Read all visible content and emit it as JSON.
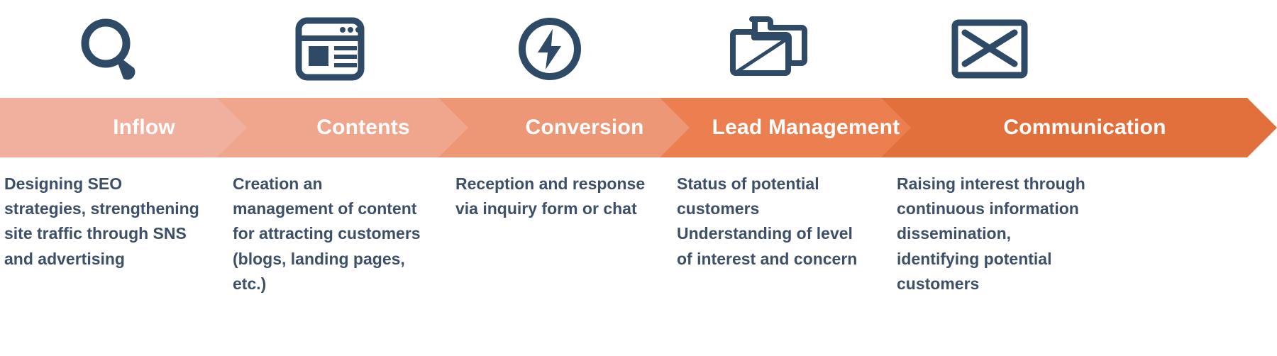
{
  "diagram": {
    "type": "chevron-process-flow",
    "stage_count": 5,
    "colors": {
      "icon": "#2e4a66",
      "text": "#3d5068",
      "label": "#ffffff",
      "chevron_1": "#f0b09d",
      "chevron_2": "#f0a68d",
      "chevron_3": "#ee9776",
      "chevron_4": "#ec7f4f",
      "chevron_5": "#e2703c"
    },
    "stages": [
      {
        "id": "inflow",
        "label": "Inflow",
        "icon": "magnifier-icon",
        "color": "#f0b09d",
        "description": "Designing SEO strategies, strengthening site traffic through SNS and advertising"
      },
      {
        "id": "contents",
        "label": "Contents",
        "icon": "browser-window-icon",
        "color": "#f0a68d",
        "description": "Creation an management of content for attracting customers (blogs, landing pages, etc.)"
      },
      {
        "id": "conversion",
        "label": "Conversion",
        "icon": "lightning-bolt-circle-icon",
        "color": "#ee9776",
        "description": "Reception and response via inquiry form or chat"
      },
      {
        "id": "lead-management",
        "label": "Lead Management",
        "icon": "folders-icon",
        "color": "#ec7f4f",
        "description": "Status of potential customers Understanding of level of interest and concern"
      },
      {
        "id": "communication",
        "label": "Communication",
        "icon": "envelope-icon",
        "color": "#e2703c",
        "description": "Raising interest through continuous information dissemination, identifying potential customers"
      }
    ]
  }
}
